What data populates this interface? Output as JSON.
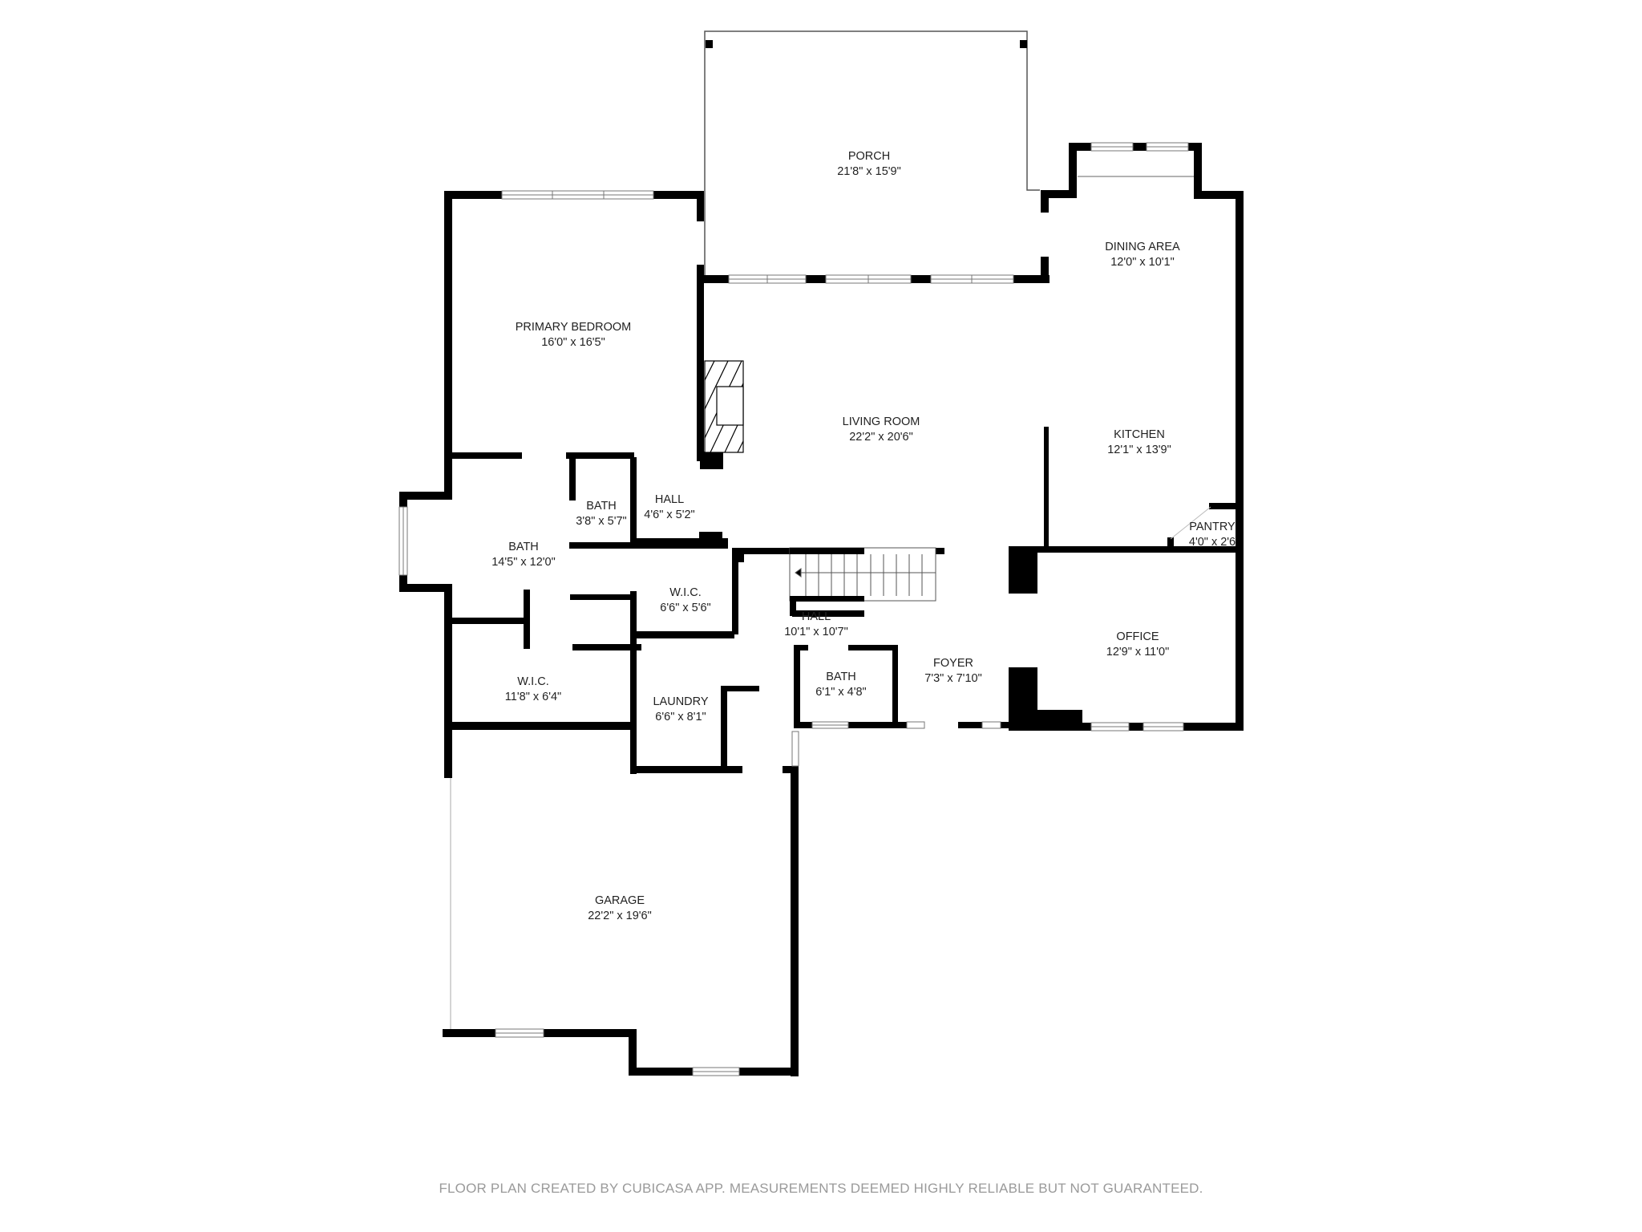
{
  "floor_plan": {
    "rooms": [
      {
        "id": "porch",
        "name": "PORCH",
        "dimensions": "21'8\" x 15'9\""
      },
      {
        "id": "primary-bedroom",
        "name": "PRIMARY BEDROOM",
        "dimensions": "16'0\" x 16'5\""
      },
      {
        "id": "dining-area",
        "name": "DINING AREA",
        "dimensions": "12'0\" x 10'1\""
      },
      {
        "id": "living-room",
        "name": "LIVING ROOM",
        "dimensions": "22'2\" x 20'6\""
      },
      {
        "id": "kitchen",
        "name": "KITCHEN",
        "dimensions": "12'1\" x 13'9\""
      },
      {
        "id": "bath-small",
        "name": "BATH",
        "dimensions": "3'8\" x 5'7\""
      },
      {
        "id": "hall-small",
        "name": "HALL",
        "dimensions": "4'6\" x 5'2\""
      },
      {
        "id": "pantry",
        "name": "PANTRY",
        "dimensions": "4'0\" x 2'6"
      },
      {
        "id": "bath-primary",
        "name": "BATH",
        "dimensions": "14'5\" x 12'0\""
      },
      {
        "id": "wic-small",
        "name": "W.I.C.",
        "dimensions": "6'6\" x 5'6\""
      },
      {
        "id": "hall-main",
        "name": "HALL",
        "dimensions": "10'1\" x 10'7\""
      },
      {
        "id": "office",
        "name": "OFFICE",
        "dimensions": "12'9\" x 11'0\""
      },
      {
        "id": "foyer",
        "name": "FOYER",
        "dimensions": "7'3\" x 7'10\""
      },
      {
        "id": "bath-half",
        "name": "BATH",
        "dimensions": "6'1\" x 4'8\""
      },
      {
        "id": "wic-large",
        "name": "W.I.C.",
        "dimensions": "11'8\" x 6'4\""
      },
      {
        "id": "laundry",
        "name": "LAUNDRY",
        "dimensions": "6'6\" x 8'1\""
      },
      {
        "id": "garage",
        "name": "GARAGE",
        "dimensions": "22'2\" x 19'6\""
      }
    ]
  },
  "footer": {
    "disclaimer": "FLOOR PLAN CREATED BY CUBICASA APP. MEASUREMENTS DEEMED HIGHLY RELIABLE BUT NOT GUARANTEED."
  },
  "colors": {
    "wall": "#000000",
    "background": "#ffffff",
    "label_text": "#222222",
    "footer_text": "#9a9a9a"
  }
}
